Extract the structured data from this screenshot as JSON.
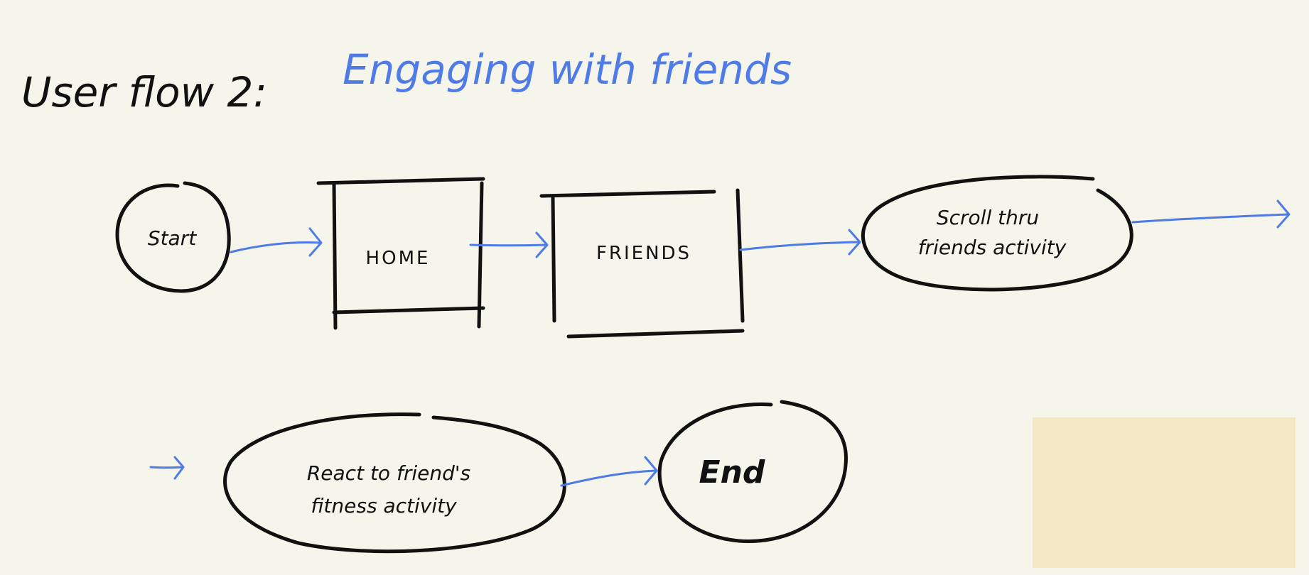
{
  "title": {
    "prefix": "User flow 2:",
    "highlight": "Engaging with friends"
  },
  "colors": {
    "background": "#f5f5ec",
    "ink": "#111111",
    "accent": "#4f7be6",
    "sticky_note": "#f3e8c3"
  },
  "nodes": {
    "start": {
      "label": "Start",
      "shape": "circle"
    },
    "home": {
      "label": "HOME",
      "shape": "rectangle"
    },
    "friends": {
      "label": "FRIENDS",
      "shape": "rectangle"
    },
    "scroll": {
      "line1": "Scroll thru",
      "line2": "friends activity",
      "shape": "ellipse"
    },
    "react": {
      "line1": "React to friend's",
      "line2": "fitness activity",
      "shape": "ellipse"
    },
    "end": {
      "label": "End",
      "shape": "circle"
    }
  },
  "edges": [
    {
      "from": "start",
      "to": "home"
    },
    {
      "from": "home",
      "to": "friends"
    },
    {
      "from": "friends",
      "to": "scroll"
    },
    {
      "from": "scroll",
      "to": "react",
      "note": "continues on next row"
    },
    {
      "from": "react",
      "to": "end"
    }
  ]
}
